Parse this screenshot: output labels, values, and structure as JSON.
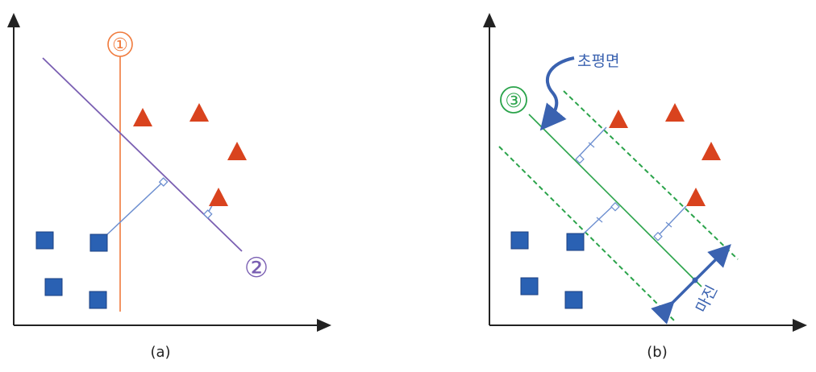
{
  "panel_a": {
    "caption": "(a)",
    "line1_label": "①",
    "line2_label": "②",
    "colors": {
      "line1": "#f07a3c",
      "line2": "#7a5fb2",
      "support": "#6d8fd0"
    }
  },
  "panel_b": {
    "caption": "(b)",
    "line3_label": "③",
    "hyperplane_label": "초평면",
    "margin_label": "마진",
    "colors": {
      "line3": "#2aa34a",
      "arrow": "#3a62b0",
      "support": "#6d8fd0"
    }
  },
  "colors": {
    "triangle": "#d9431e",
    "square": "#2a61b3",
    "axis": "#222222"
  },
  "icons": {
    "class_a": "red-triangle",
    "class_b": "blue-square"
  }
}
